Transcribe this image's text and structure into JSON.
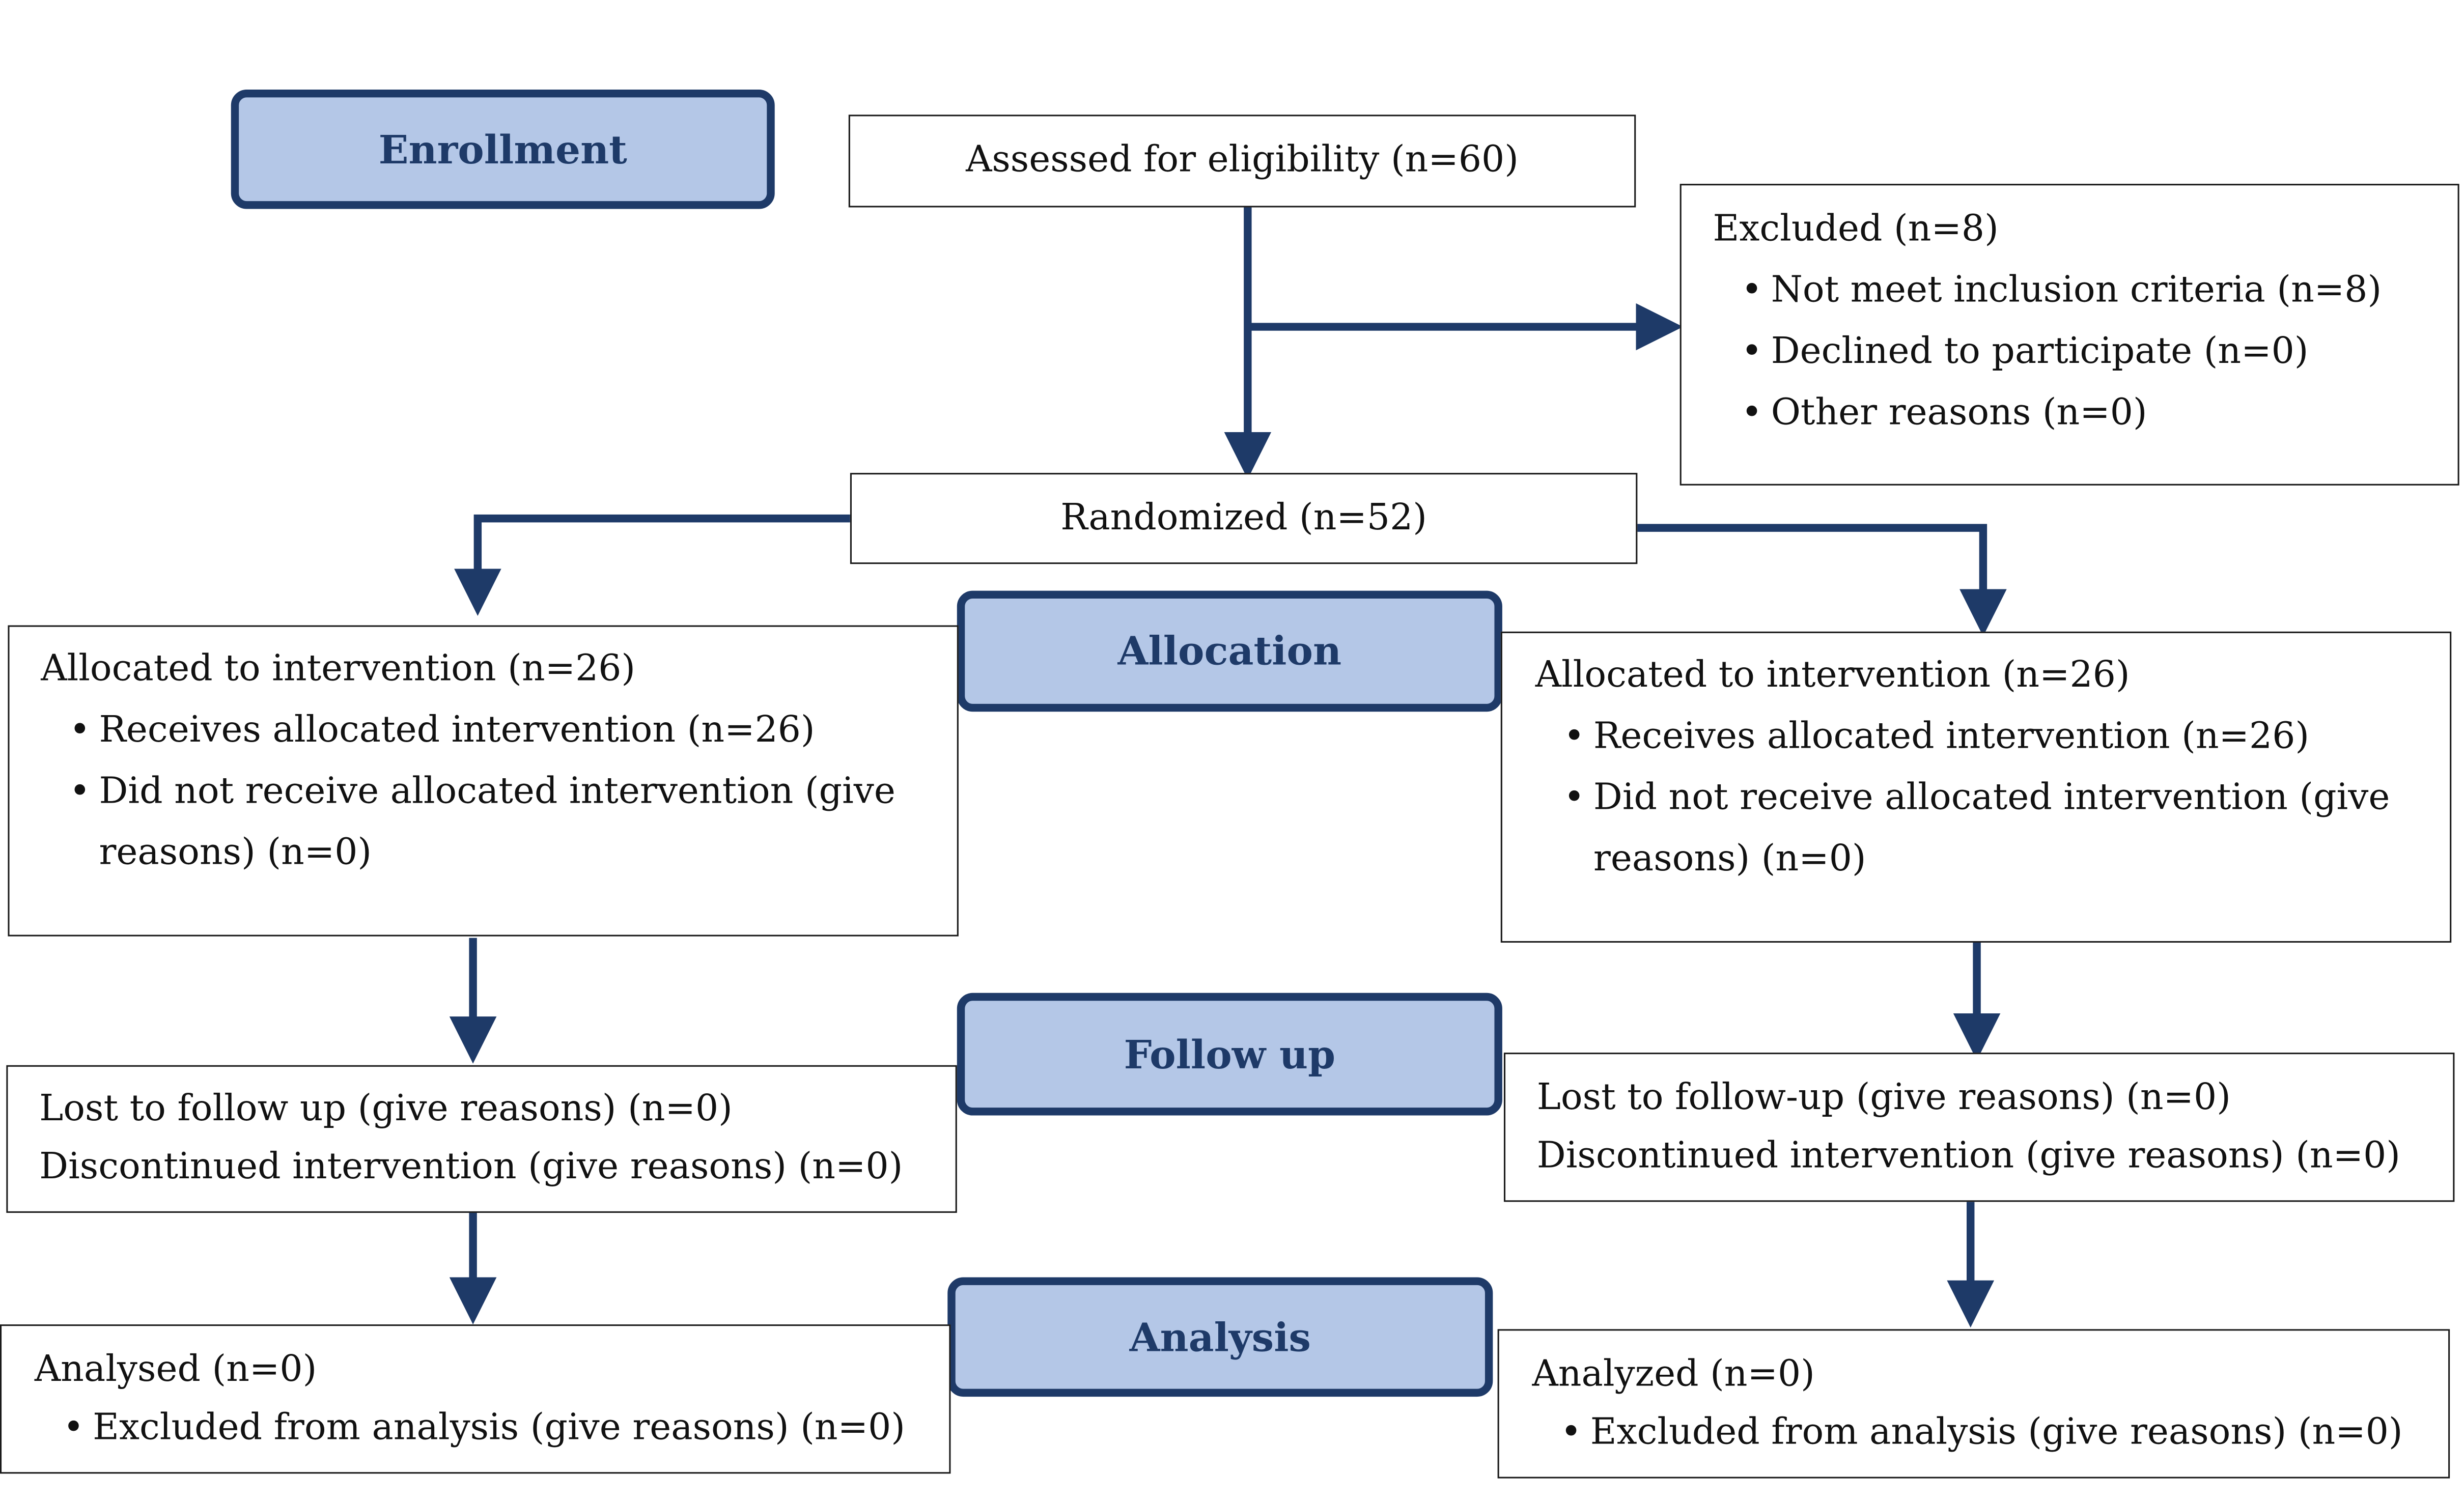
{
  "stages": {
    "enrollment": "Enrollment",
    "allocation": "Allocation",
    "follow_up": "Follow up",
    "analysis": "Analysis"
  },
  "assessed": "Assessed for eligibility (n=60)",
  "excluded": {
    "title": "Excluded (n=8)",
    "items": [
      "Not meet inclusion criteria (n=8)",
      "Declined to participate (n=0)",
      "Other reasons (n=0)"
    ]
  },
  "randomized": "Randomized (n=52)",
  "left": {
    "allocation": {
      "title": "Allocated to intervention (n=26)",
      "items": [
        "Receives allocated intervention (n=26)",
        "Did not receive allocated intervention (give reasons) (n=0)"
      ]
    },
    "follow_up": [
      "Lost to follow up (give reasons) (n=0)",
      "Discontinued intervention (give reasons) (n=0)"
    ],
    "analysis": {
      "title": "Analysed (n=0)",
      "items": [
        "Excluded from analysis (give reasons) (n=0)"
      ]
    }
  },
  "right": {
    "allocation": {
      "title": "Allocated to intervention (n=26)",
      "items": [
        "Receives allocated intervention (n=26)",
        "Did not receive allocated intervention (give reasons) (n=0)"
      ]
    },
    "follow_up": [
      "Lost to follow-up (give reasons) (n=0)",
      "Discontinued intervention (give reasons) (n=0)"
    ],
    "analysis": {
      "title": "Analyzed (n=0)",
      "items": [
        "Excluded from analysis (give reasons) (n=0)"
      ]
    }
  },
  "colors": {
    "arrow": "#1e3a68",
    "stage_fill": "#b4c7e7",
    "stage_border": "#1e3a68"
  }
}
